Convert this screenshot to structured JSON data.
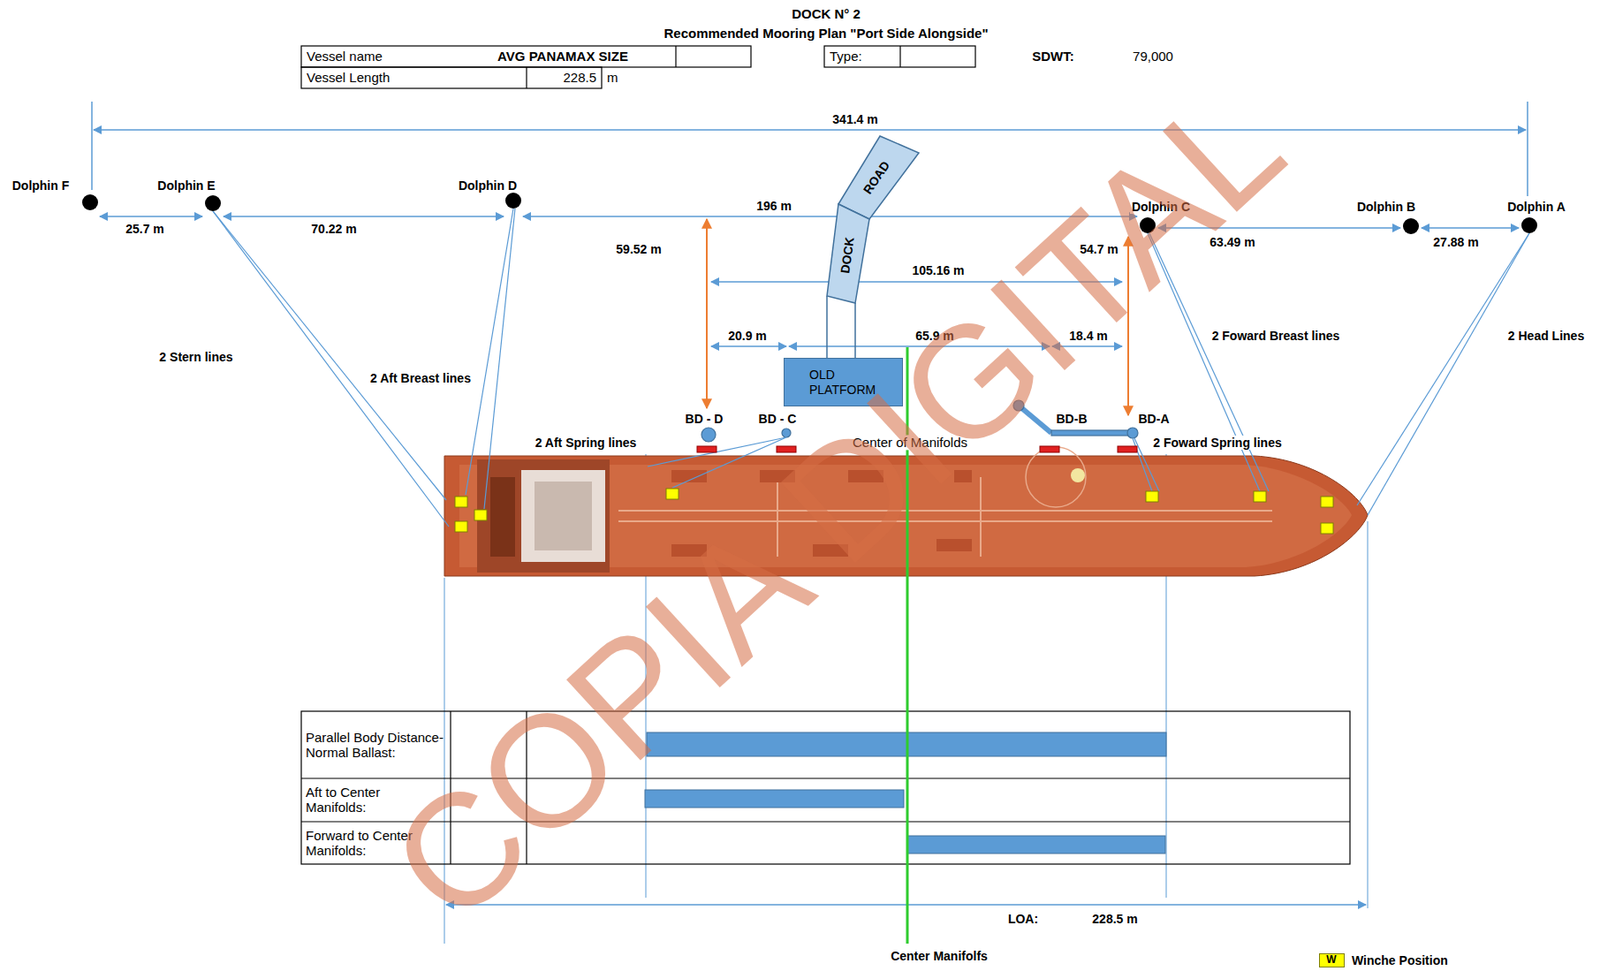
{
  "diagram": {
    "title": "DOCK N° 2",
    "nodes": [
      {
        "text": [
          "Dolphin F"
        ]
      },
      {
        "text": [
          "Dolphin E"
        ]
      },
      {
        "text": [
          "Dolphin D"
        ]
      },
      {
        "text": [
          "Dolphin C"
        ]
      },
      {
        "text": [
          "Dolphin B"
        ]
      },
      {
        "text": [
          "Dolphin A"
        ]
      },
      {
        "text": [
          "OLD PLATFORM"
        ]
      }
    ],
    "labels": [
      "Recommended Mooring Plan \"Port Side Alongside\"",
      "Vessel name",
      "AVG PANAMAX SIZE",
      "Vessel Length",
      "228.5",
      "m",
      "Type:",
      "SDWT:",
      "79,000",
      "341.4 m",
      "25.7 m",
      "70.22 m",
      "196 m",
      "63.49 m",
      "27.88 m",
      "59.52 m",
      "54.7 m",
      "105.16 m",
      "20.9 m",
      "65.9 m",
      "18.4 m",
      "2 Stern lines",
      "2 Aft Breast lines",
      "2 Aft Spring lines",
      "2 Foward Spring lines",
      "2 Foward Breast lines",
      "2 Head Lines",
      "BD - D",
      "BD - C",
      "BD-B",
      "BD-A",
      "Center of Manifolds",
      "ROAD",
      "DOCK",
      "Parallel Body Distance-Normal Ballast:",
      "Aft to Center Manifolds:",
      "Forward to Center Manifolds:",
      "LOA:",
      "228.5 m",
      "Center Manifolfs",
      "W",
      "COPIA DIGITAL"
    ],
    "legend": [
      {
        "text": "Winche Position",
        "color": "#ffff00"
      }
    ]
  }
}
